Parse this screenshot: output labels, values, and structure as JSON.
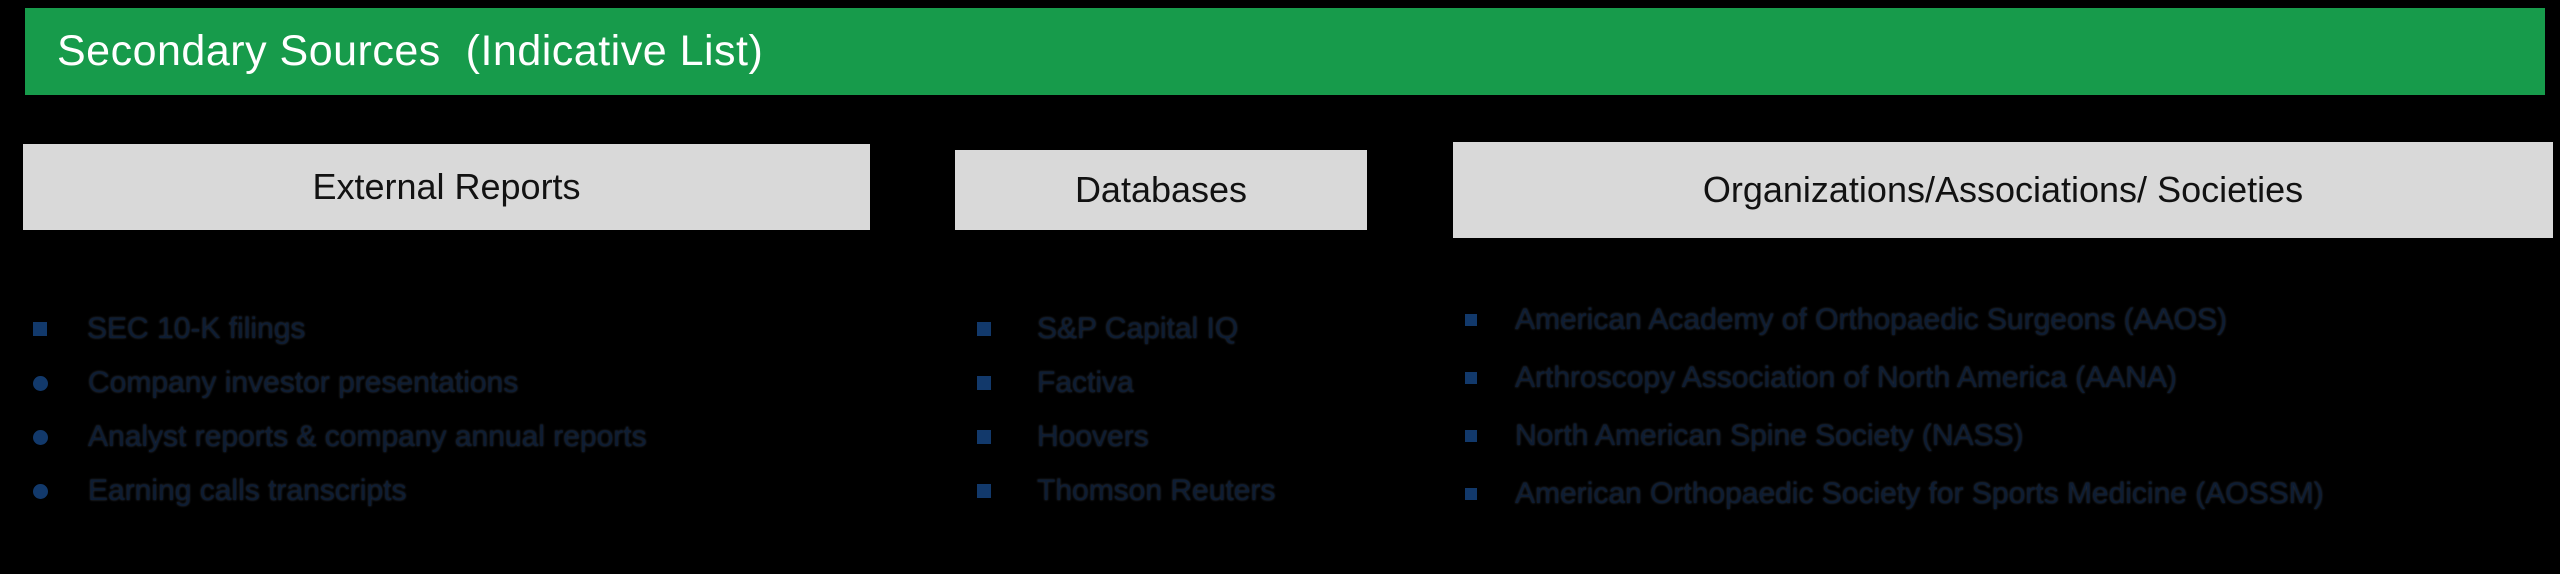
{
  "title": {
    "text": "Secondary Sources  (Indicative List)"
  },
  "colors": {
    "header_green": "#179B4B",
    "section_bar_gray": "#D9D9D9",
    "bullet_navy": "#12396B",
    "ghost_text_navy": "#0E1D33",
    "title_white": "#FFFFFF",
    "background": "#000000"
  },
  "sections": [
    {
      "header": "External Reports",
      "items": [
        "SEC 10-K filings",
        "Company investor presentations",
        "Analyst reports & company annual reports",
        "Earning calls transcripts"
      ]
    },
    {
      "header": "Databases",
      "items": [
        "S&P Capital IQ",
        "Factiva",
        "Hoovers",
        "Thomson Reuters"
      ]
    },
    {
      "header": "Organizations/Associations/ Societies",
      "items": [
        "American Academy of Orthopaedic Surgeons (AAOS)",
        "Arthroscopy Association of North America (AANA)",
        "North American Spine Society (NASS)",
        "American Orthopaedic Society for Sports Medicine (AOSSM)"
      ]
    }
  ]
}
